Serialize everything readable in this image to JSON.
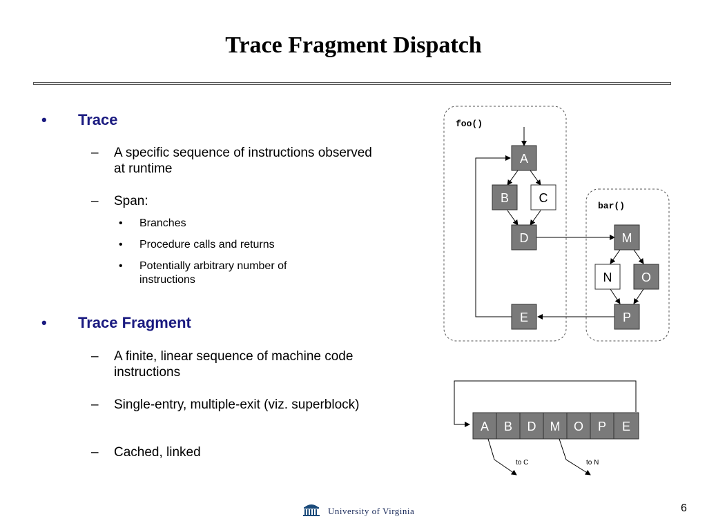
{
  "title": "Trace Fragment Dispatch",
  "bullets": {
    "trace": {
      "heading": "Trace",
      "sub1": "A specific sequence of instructions observed at runtime",
      "sub2": "Span:",
      "span_items": [
        "Branches",
        "Procedure calls and returns",
        "Potentially arbitrary number of instructions"
      ]
    },
    "fragment": {
      "heading": "Trace Fragment",
      "sub1": "A finite, linear sequence of machine code instructions",
      "sub2": "Single-entry, multiple-exit (viz. superblock)",
      "sub3": "Cached, linked"
    },
    "bullet_glyph": "•",
    "dash_glyph": "–"
  },
  "diagram": {
    "foo_label": "foo()",
    "bar_label": "bar()",
    "nodes": {
      "A": "A",
      "B": "B",
      "C": "C",
      "D": "D",
      "E": "E",
      "M": "M",
      "N": "N",
      "O": "O",
      "P": "P"
    },
    "fragment_blocks": [
      "A",
      "B",
      "D",
      "M",
      "O",
      "P",
      "E"
    ],
    "exit_labels": [
      "to C",
      "to N"
    ],
    "colors": {
      "filled": "#7a7a7a",
      "hollow": "#ffffff",
      "border": "#333333"
    }
  },
  "footer": {
    "university": "University of Virginia",
    "page_number": "6"
  }
}
